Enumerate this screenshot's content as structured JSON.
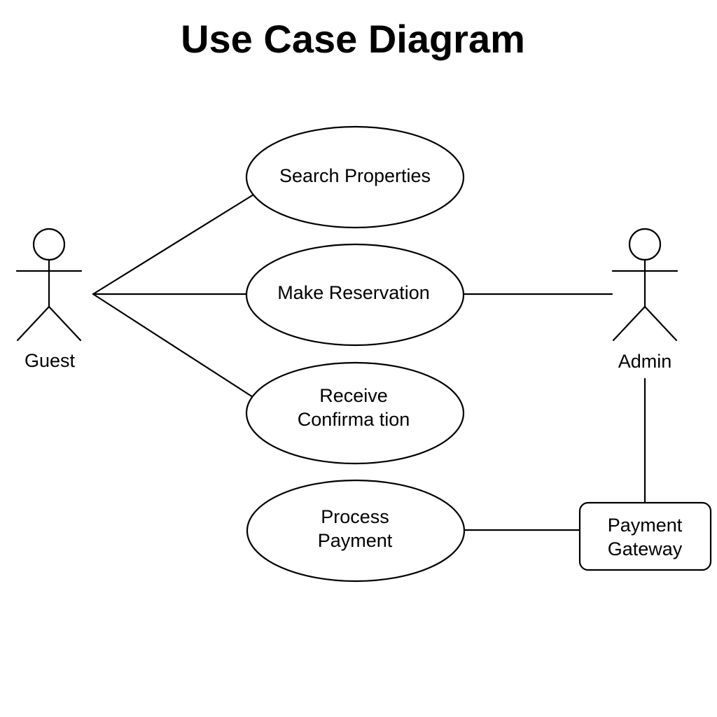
{
  "title": "Use Case Diagram",
  "actors": {
    "guest": {
      "label": "Guest"
    },
    "admin": {
      "label": "Admin"
    }
  },
  "use_cases": {
    "search_properties": {
      "lines": [
        "Search Properties"
      ]
    },
    "make_reservation": {
      "lines": [
        "Make Reservation"
      ]
    },
    "receive_confirmation": {
      "lines": [
        "Receive",
        "Confirma tion"
      ]
    },
    "process_payment": {
      "lines": [
        "Process",
        "Payment"
      ]
    }
  },
  "external_system": {
    "payment_gateway": {
      "lines": [
        "Payment",
        "Gateway"
      ]
    }
  },
  "colors": {
    "stroke": "#000000",
    "background": "#ffffff"
  }
}
